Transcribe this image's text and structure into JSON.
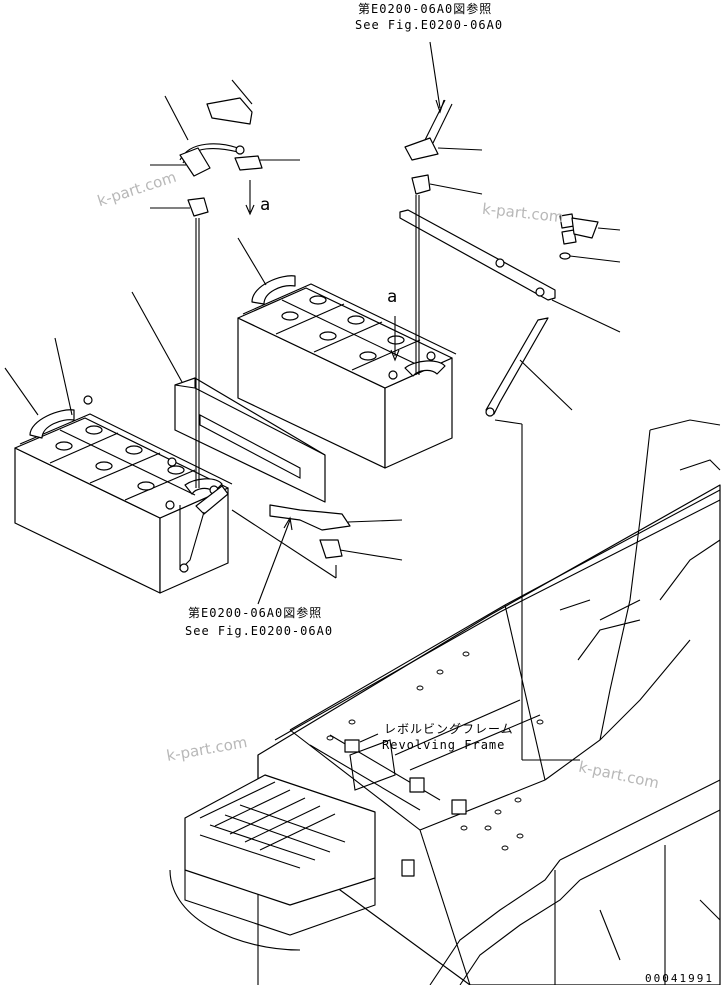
{
  "references": {
    "top": {
      "jp": "第E0200-06A0図参照",
      "en": "See Fig.E0200-06A0"
    },
    "bottom": {
      "jp": "第E0200-06A0図参照",
      "en": "See Fig.E0200-06A0"
    }
  },
  "frame_label": {
    "jp": "レボルビングフレーム",
    "en": "Revolving Frame"
  },
  "view_marks": {
    "upper": "a",
    "lower": "a"
  },
  "figure_number": "00041991",
  "watermarks": [
    "k-part.com",
    "k-part.com",
    "k-part.com",
    "k-part.com"
  ]
}
